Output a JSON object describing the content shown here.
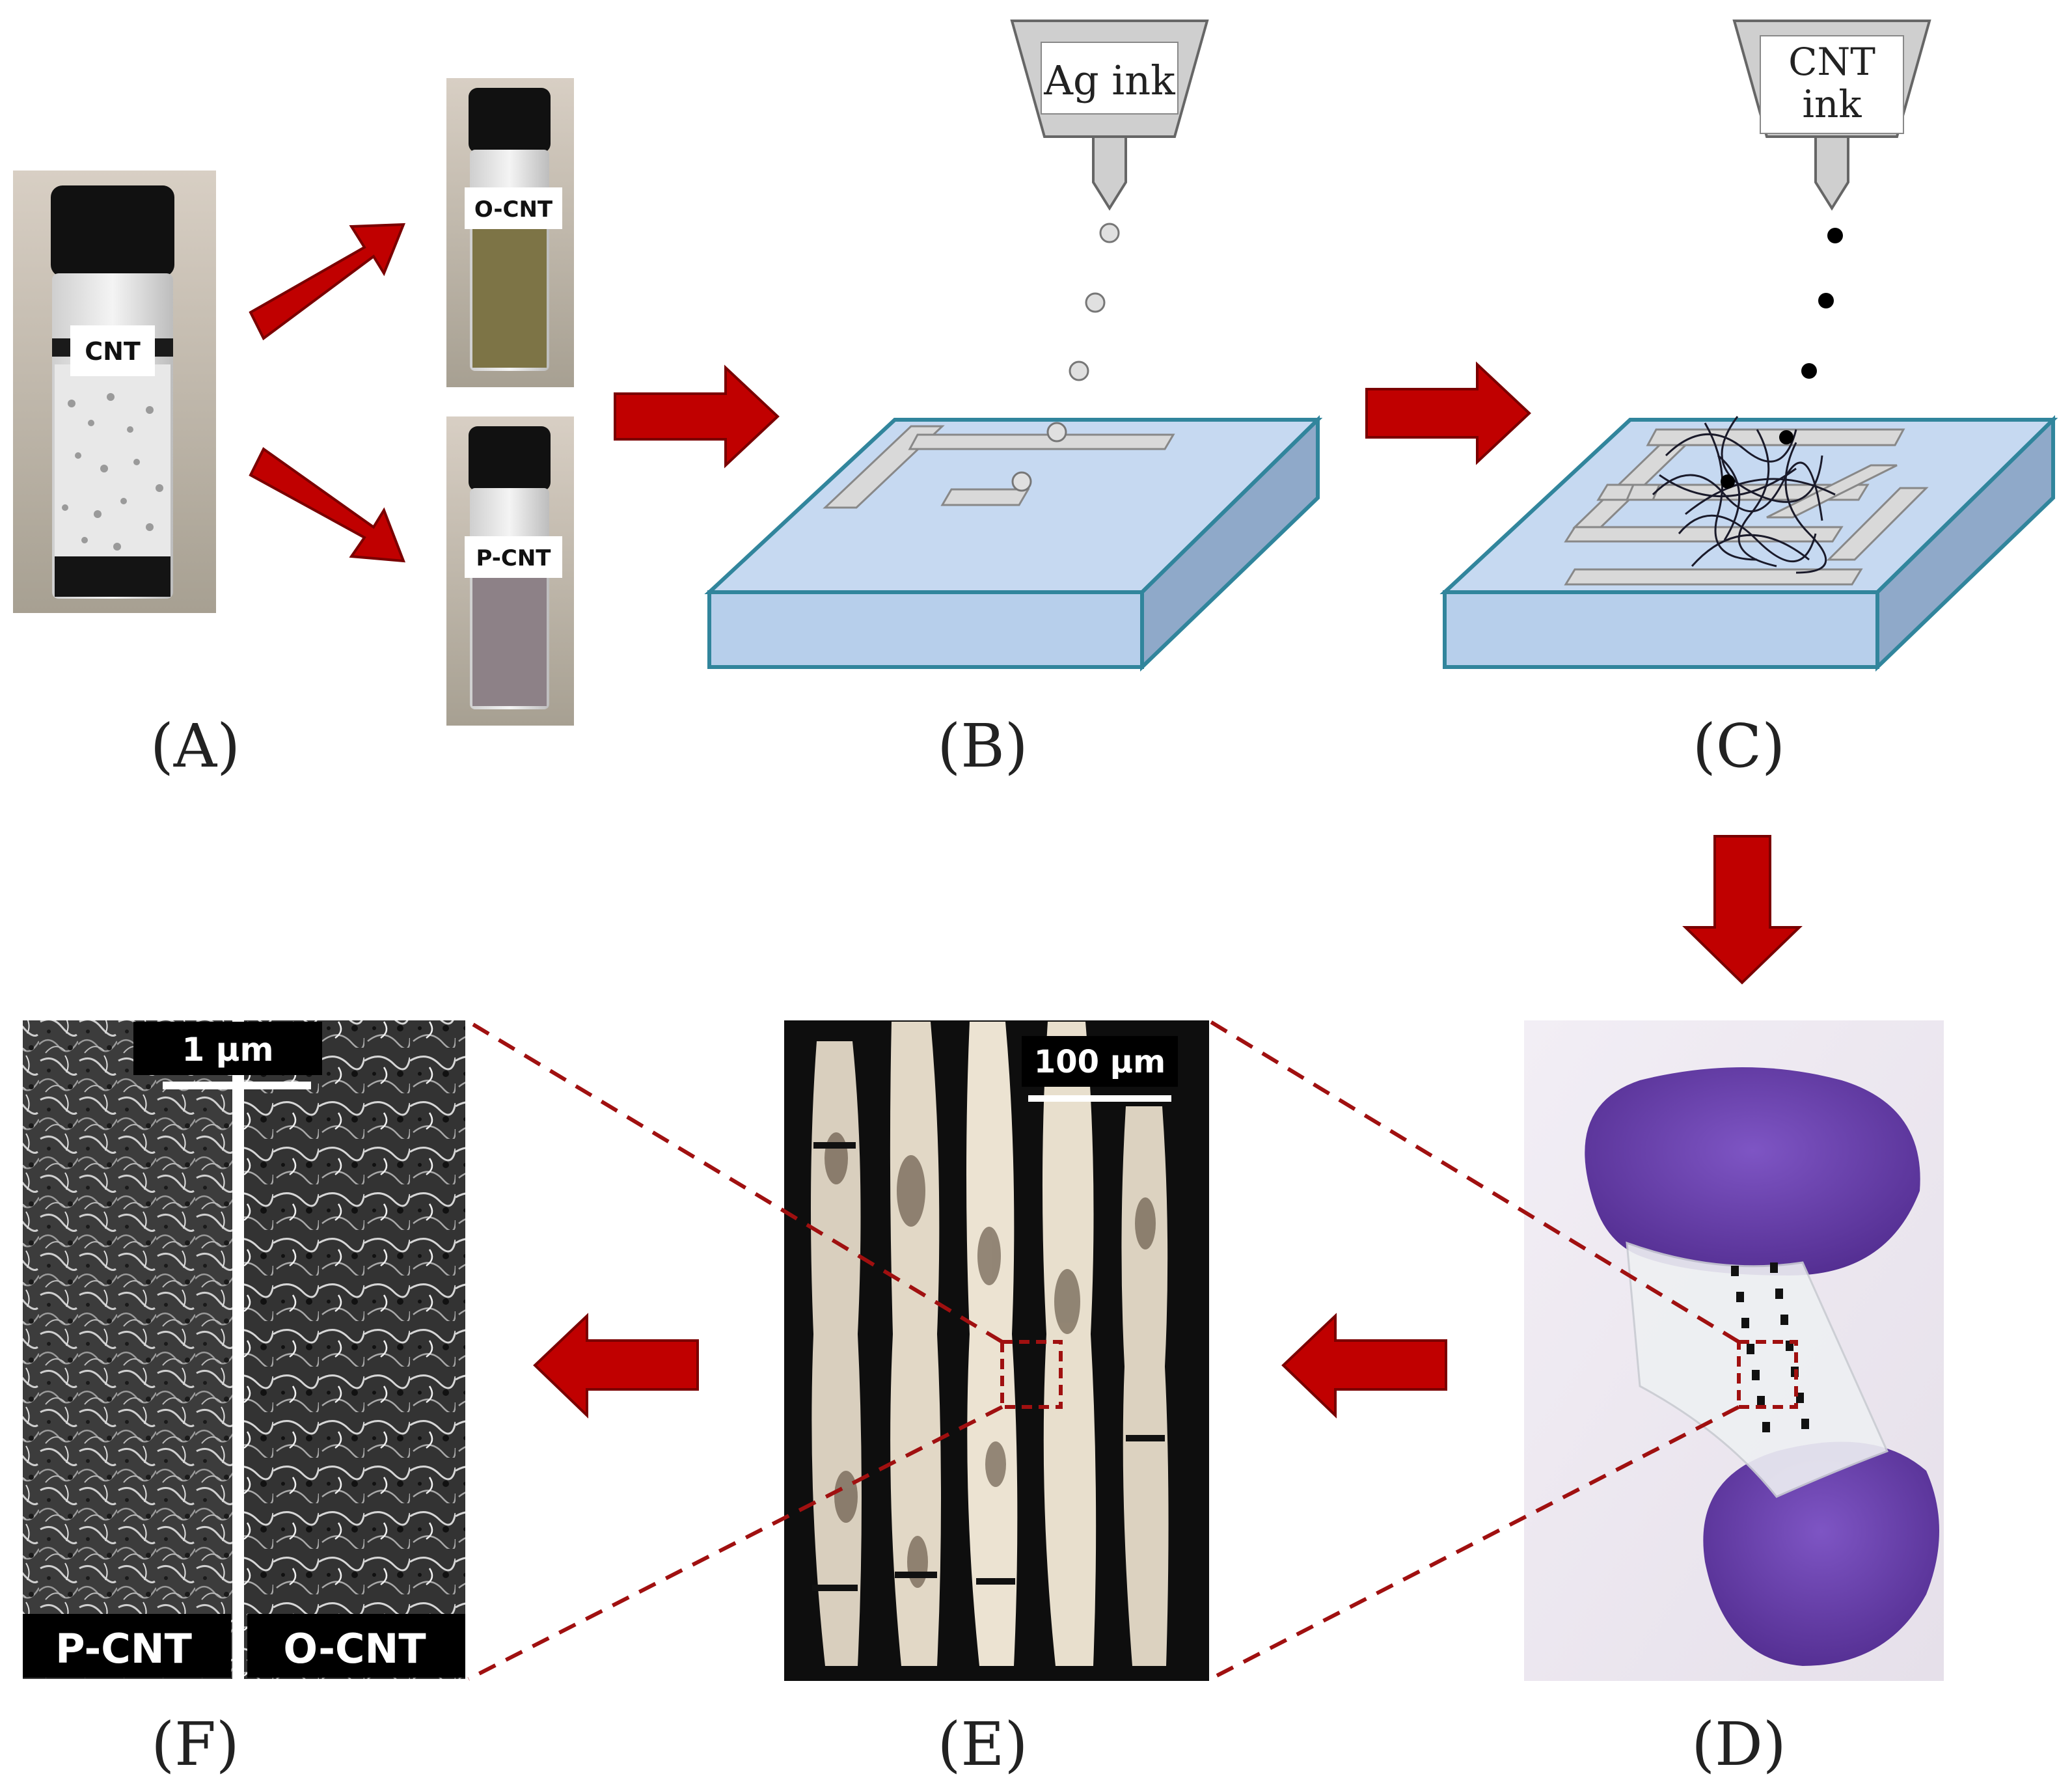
{
  "panels": {
    "A": {
      "label": "(A)"
    },
    "B": {
      "label": "(B)"
    },
    "C": {
      "label": "(C)"
    },
    "D": {
      "label": "(D)"
    },
    "E": {
      "label": "(E)"
    },
    "F": {
      "label": "(F)"
    }
  },
  "vials": {
    "main": "CNT",
    "oxidized": "O-CNT",
    "pristine": "P-CNT"
  },
  "inks": {
    "silver": "Ag ink",
    "cnt_line1": "CNT",
    "cnt_line2": "ink"
  },
  "scale_bars": {
    "sem": "1 µm",
    "optical": "100 µm"
  },
  "sem_labels": {
    "left": "P-CNT",
    "right": "O-CNT"
  },
  "colors": {
    "arrow": "#c00000",
    "substrate_top": "#c6d9f1",
    "substrate_side": "#a9c4e6",
    "substrate_edge": "#31859c",
    "electrode": "#d9d9d9",
    "glove": "#6a3fb0",
    "dashed": "#a01010"
  }
}
